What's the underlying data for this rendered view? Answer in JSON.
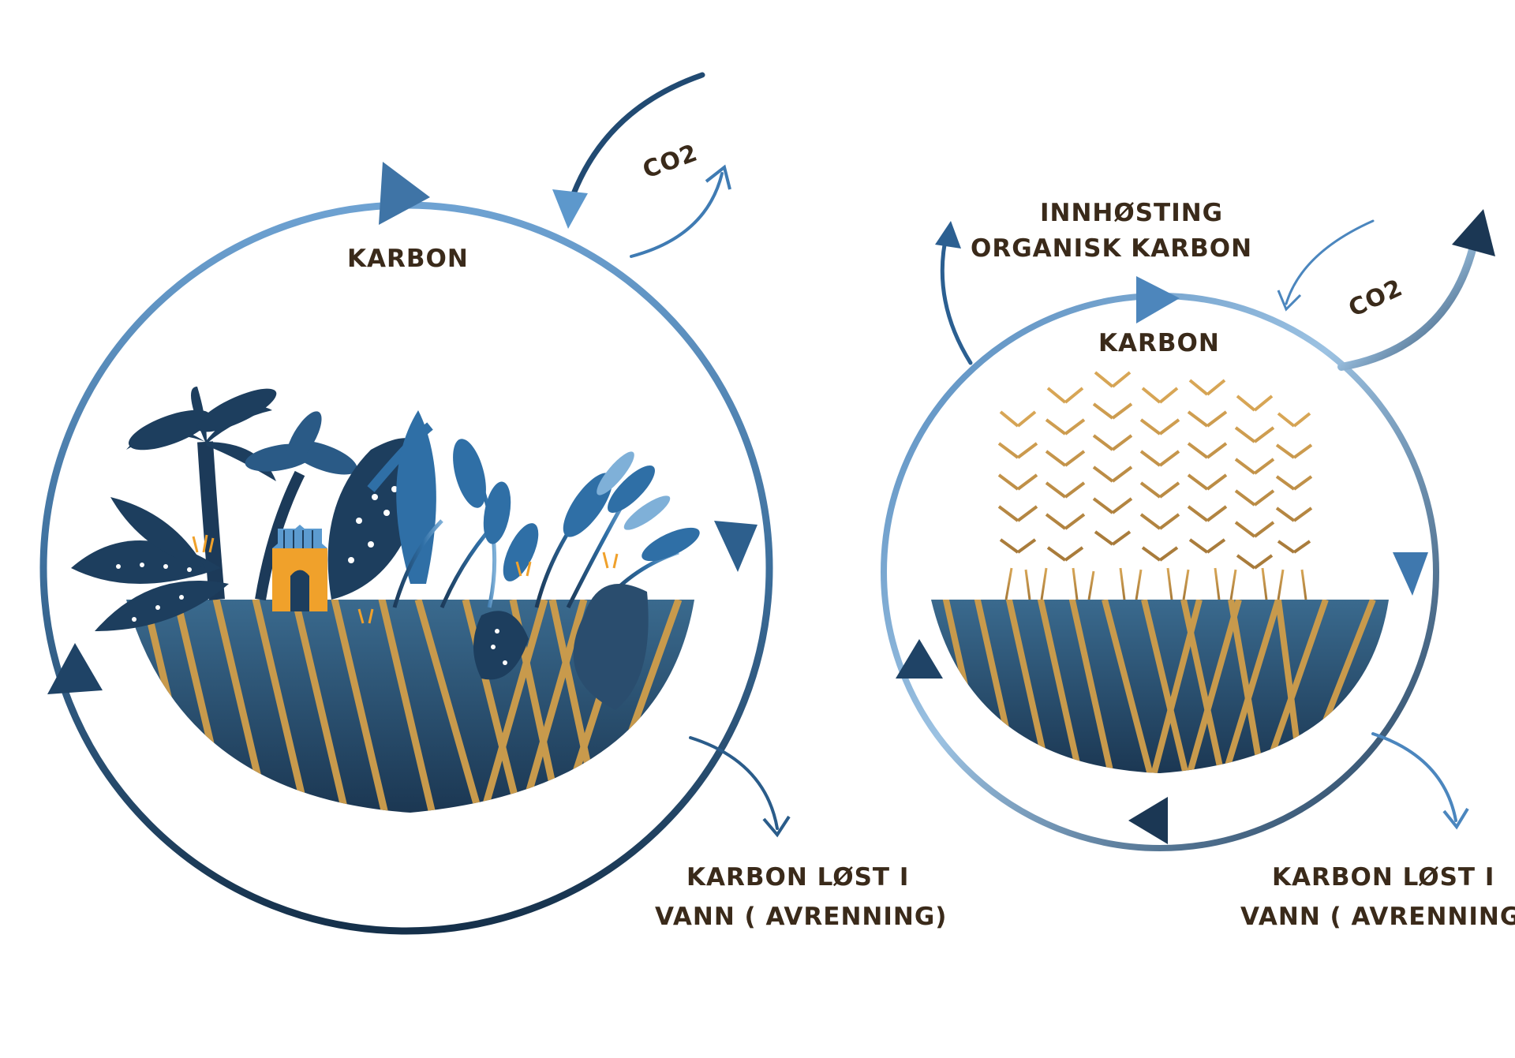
{
  "colors": {
    "text": "#3a2a1a",
    "ring_light": "#5e93c7",
    "ring_dark": "#1a3550",
    "plant_dark": "#1d3e5e",
    "plant_blue": "#2f6fa6",
    "gold": "#c89a4c",
    "orange": "#f0a12b",
    "soil_blue": "#2c5575"
  },
  "left_diagram": {
    "karbon": "KARBON",
    "co2": "CO2",
    "runoff_line1": "KARBON LØST I",
    "runoff_line2": "VANN ( AVRENNING)"
  },
  "right_diagram": {
    "harvest_line1": "INNHØSTING",
    "harvest_line2": "ORGANISK  KARBON",
    "karbon": "KARBON",
    "co2": "CO2",
    "runoff_line1": "KARBON LØST I",
    "runoff_line2": "VANN ( AVRENNING)"
  },
  "icons": {
    "left_plants": "tropical-plants-icon",
    "left_house": "house-icon",
    "right_crops": "wheat-crops-icon"
  }
}
